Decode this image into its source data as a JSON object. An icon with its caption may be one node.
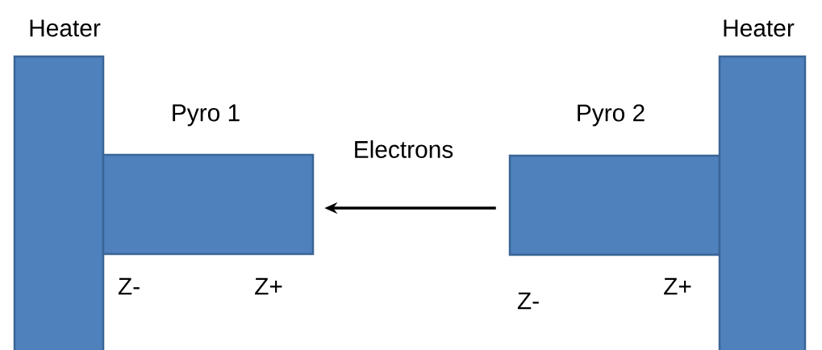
{
  "diagram": {
    "nodes": [
      {
        "text": [
          "Heater"
        ]
      },
      {
        "text": [
          "Pyro 1"
        ]
      },
      {
        "text": [
          "Pyro 2"
        ]
      },
      {
        "text": [
          "Heater"
        ]
      }
    ],
    "edges": [
      {
        "from": 2,
        "to": 1,
        "arrow": "to",
        "label": "Electrons"
      }
    ],
    "labels": [
      "Z-",
      "Z+",
      "Z-",
      "Z+"
    ]
  }
}
